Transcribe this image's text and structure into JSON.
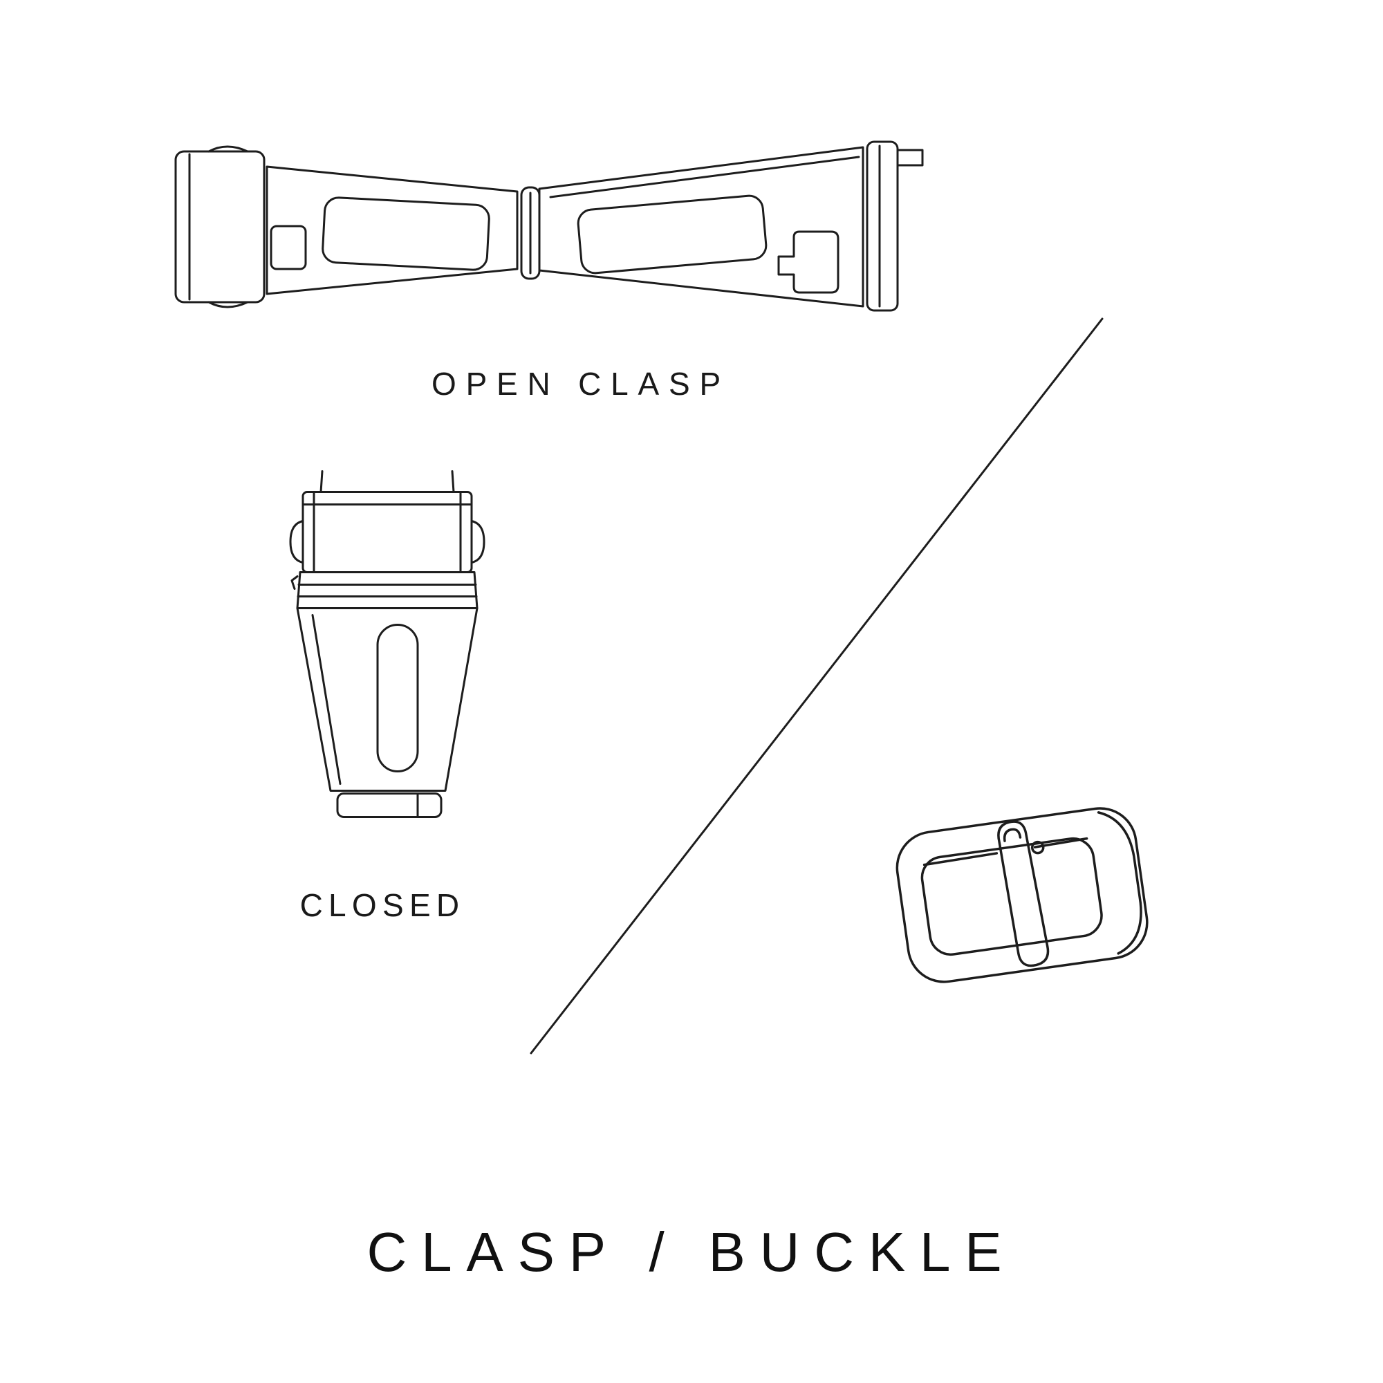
{
  "page": {
    "background_color": "#ffffff",
    "line_color": "#1d1d1d",
    "text_color": "#1a1a1a",
    "title": "CLASP / BUCKLE"
  },
  "figures": {
    "open_clasp": {
      "label": "OPEN CLASP",
      "description": "deployant clasp shown unfolded"
    },
    "closed_clasp": {
      "label": "CLOSED",
      "description": "deployant clasp shown folded closed"
    },
    "pin_buckle": {
      "label": "",
      "description": "pin buckle with tang"
    }
  }
}
